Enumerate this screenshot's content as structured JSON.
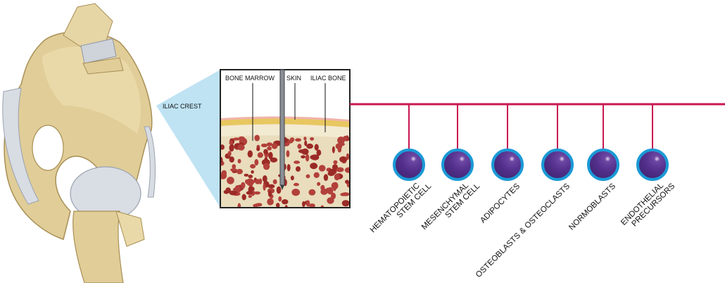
{
  "inset": {
    "crest_label": "ILIAC CREST",
    "bone_marrow_label": "BONE MARROW",
    "skin_label": "SKIN",
    "iliac_bone_label": "ILIAC BONE"
  },
  "cells": [
    {
      "line1": "HEMATOPOIETIC",
      "line2": "STEM CELL"
    },
    {
      "line1": "MESENCHYMAL",
      "line2": "STEM CELL"
    },
    {
      "line1": "ADIPOCYTES",
      "line2": ""
    },
    {
      "line1": "OSTEOBLASTS & OSTEOCLASTS",
      "line2": ""
    },
    {
      "line1": "NORMOBLASTS",
      "line2": ""
    },
    {
      "line1": "ENDOTHELIAL",
      "line2": "PRECURSORS"
    }
  ],
  "colors": {
    "connector": "#c8174f",
    "cell_fill": "#4f2d8a",
    "cell_ring": "#1a9ad6",
    "callout": "#bfe3f3",
    "bone": "#e4d3a4",
    "marrow_red": "#9b2a26"
  }
}
